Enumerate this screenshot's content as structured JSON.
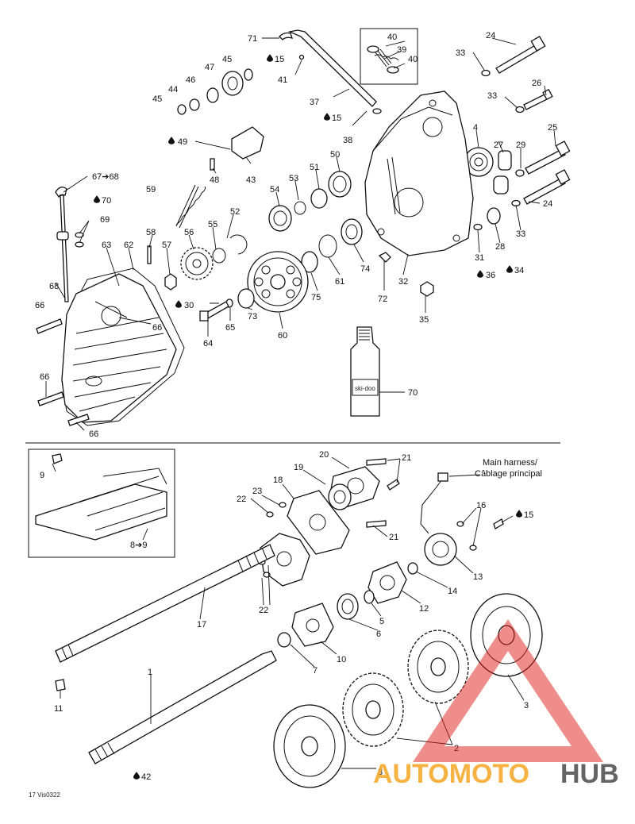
{
  "labels": [
    {
      "id": "71",
      "text": "71"
    },
    {
      "id": "40a",
      "text": "40"
    },
    {
      "id": "39",
      "text": "39"
    },
    {
      "id": "40b",
      "text": "40"
    },
    {
      "id": "24a",
      "text": "24"
    },
    {
      "id": "33a",
      "text": "33"
    },
    {
      "id": "15a",
      "text": "15"
    },
    {
      "id": "41",
      "text": "41"
    },
    {
      "id": "47",
      "text": "47"
    },
    {
      "id": "45a",
      "text": "45"
    },
    {
      "id": "46",
      "text": "46"
    },
    {
      "id": "44",
      "text": "44"
    },
    {
      "id": "45b",
      "text": "45"
    },
    {
      "id": "37",
      "text": "37"
    },
    {
      "id": "15b",
      "text": "15"
    },
    {
      "id": "38",
      "text": "38"
    },
    {
      "id": "26",
      "text": "26"
    },
    {
      "id": "33b",
      "text": "33"
    },
    {
      "id": "4",
      "text": "4"
    },
    {
      "id": "25",
      "text": "25"
    },
    {
      "id": "27",
      "text": "27"
    },
    {
      "id": "29",
      "text": "29"
    },
    {
      "id": "49",
      "text": "49"
    },
    {
      "id": "43",
      "text": "43"
    },
    {
      "id": "48",
      "text": "48"
    },
    {
      "id": "50",
      "text": "50"
    },
    {
      "id": "51",
      "text": "51"
    },
    {
      "id": "53",
      "text": "53"
    },
    {
      "id": "54",
      "text": "54"
    },
    {
      "id": "67",
      "text": "67➔68"
    },
    {
      "id": "59",
      "text": "59"
    },
    {
      "id": "70a",
      "text": "70"
    },
    {
      "id": "69",
      "text": "69"
    },
    {
      "id": "52",
      "text": "52"
    },
    {
      "id": "55",
      "text": "55"
    },
    {
      "id": "58",
      "text": "58"
    },
    {
      "id": "56",
      "text": "56"
    },
    {
      "id": "57",
      "text": "57"
    },
    {
      "id": "63",
      "text": "63"
    },
    {
      "id": "62",
      "text": "62"
    },
    {
      "id": "24b",
      "text": "24"
    },
    {
      "id": "33c",
      "text": "33"
    },
    {
      "id": "31",
      "text": "31"
    },
    {
      "id": "28",
      "text": "28"
    },
    {
      "id": "36",
      "text": "36"
    },
    {
      "id": "34",
      "text": "34"
    },
    {
      "id": "74",
      "text": "74"
    },
    {
      "id": "61",
      "text": "61"
    },
    {
      "id": "32",
      "text": "32"
    },
    {
      "id": "68",
      "text": "68"
    },
    {
      "id": "75",
      "text": "75"
    },
    {
      "id": "72",
      "text": "72"
    },
    {
      "id": "66a",
      "text": "66"
    },
    {
      "id": "30",
      "text": "30"
    },
    {
      "id": "35",
      "text": "35"
    },
    {
      "id": "66b",
      "text": "66"
    },
    {
      "id": "73",
      "text": "73"
    },
    {
      "id": "65",
      "text": "65"
    },
    {
      "id": "64",
      "text": "64"
    },
    {
      "id": "60",
      "text": "60"
    },
    {
      "id": "70b",
      "text": "70"
    },
    {
      "id": "66c",
      "text": "66"
    },
    {
      "id": "66d",
      "text": "66"
    },
    {
      "id": "20",
      "text": "20"
    },
    {
      "id": "21a",
      "text": "21"
    },
    {
      "id": "9a",
      "text": "9"
    },
    {
      "id": "19",
      "text": "19"
    },
    {
      "id": "18",
      "text": "18"
    },
    {
      "id": "23",
      "text": "23"
    },
    {
      "id": "22a",
      "text": "22"
    },
    {
      "id": "16",
      "text": "16"
    },
    {
      "id": "15c",
      "text": "15"
    },
    {
      "id": "21b",
      "text": "21"
    },
    {
      "id": "8",
      "text": "8➔9"
    },
    {
      "id": "13",
      "text": "13"
    },
    {
      "id": "14",
      "text": "14"
    },
    {
      "id": "12",
      "text": "12"
    },
    {
      "id": "22b",
      "text": "22"
    },
    {
      "id": "17",
      "text": "17"
    },
    {
      "id": "5",
      "text": "5"
    },
    {
      "id": "6",
      "text": "6"
    },
    {
      "id": "10",
      "text": "10"
    },
    {
      "id": "7",
      "text": "7"
    },
    {
      "id": "1",
      "text": "1"
    },
    {
      "id": "11",
      "text": "11"
    },
    {
      "id": "3a",
      "text": "3"
    },
    {
      "id": "2",
      "text": "2"
    },
    {
      "id": "42",
      "text": "42"
    },
    {
      "id": "3b",
      "text": "3"
    }
  ],
  "harness_note": {
    "line1": "Main harness/",
    "line2": "Câblage principal"
  },
  "drawing_code": "17 Vis0322",
  "watermark": {
    "part1": "AUTOMOTO",
    "part2": "HUB",
    "color_a": "#f5a623",
    "color_b": "#4a4a4a",
    "triangle_color": "#e02020"
  },
  "lubricant_label": "ski-doo",
  "icons": {
    "droplet": "lubricant-droplet-icon",
    "arrow": "see-also-arrow"
  }
}
